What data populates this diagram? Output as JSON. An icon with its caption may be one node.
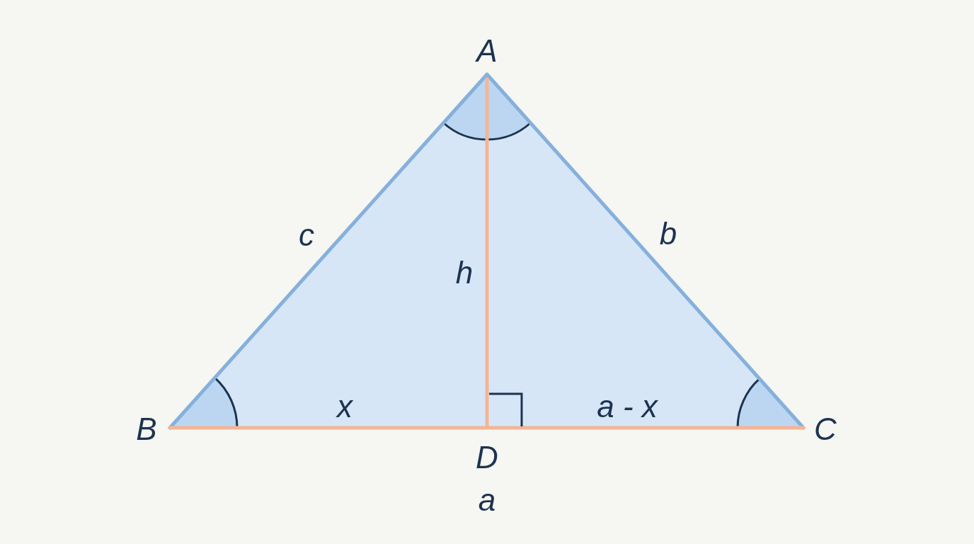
{
  "diagram": {
    "labels": [
      "A",
      "c",
      "b",
      "h",
      "B",
      "x",
      "a - x",
      "C",
      "D",
      "a"
    ]
  }
}
